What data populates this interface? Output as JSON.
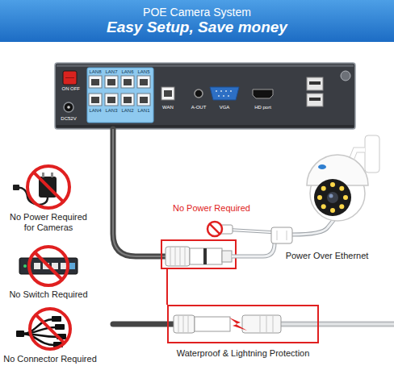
{
  "diagram": {
    "nodes": [
      {
        "text": [
          "POE Camera System",
          "Easy Setup, Save money"
        ]
      },
      {
        "text": [
          "ON",
          "OFF",
          "DC52V",
          "LAN8",
          "LAN7",
          "LAN6",
          "LAN5",
          "LAN4",
          "LAN3",
          "LAN2",
          "LAN1",
          "WAN",
          "A-OUT",
          "VGA",
          "HD port"
        ]
      },
      {
        "text": [
          "Waterproof & Lightning Protection"
        ]
      }
    ],
    "labels": [
      "No Power Required for Cameras",
      "No Switch Required",
      "No Connector Required",
      "No Power Required",
      "Power Over Ethernet"
    ]
  }
}
